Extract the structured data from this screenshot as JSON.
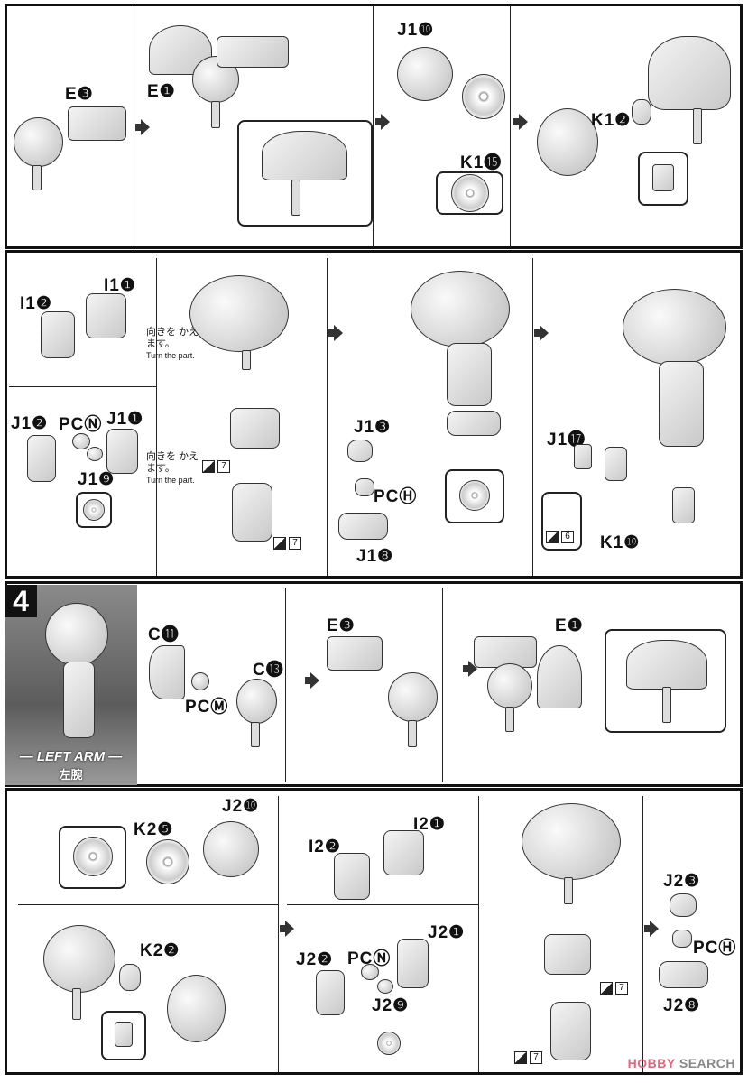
{
  "top_row": {
    "labels": {
      "e3": "E❸",
      "e1": "E❶",
      "j110": "J1❿",
      "k115": "K1⓯",
      "k12": "K1❷"
    }
  },
  "second_row": {
    "labels": {
      "i12": "I1❷",
      "i11": "I1❶",
      "j12": "J1❷",
      "pcn": "PCⓃ",
      "j11": "J1❶",
      "j19": "J1❾",
      "j13": "J1❸",
      "pch": "PCⒽ",
      "j18": "J1❽",
      "j117": "J1⓱",
      "k110": "K1❿"
    },
    "turn_note": {
      "jp": "向きを かえます。",
      "en": "Turn the part."
    },
    "marks": [
      "7",
      "7",
      "6"
    ]
  },
  "step4": {
    "number": "4",
    "title": "— LEFT ARM —",
    "title_jp": "左腕",
    "labels": {
      "c11": "C⓫",
      "c13": "C⓭",
      "pcm": "PCⓂ",
      "e3": "E❸",
      "e1": "E❶"
    }
  },
  "bottom_row": {
    "labels": {
      "k25": "K2❺",
      "j210": "J2❿",
      "k22": "K2❷",
      "i22": "I2❷",
      "i21": "I2❶",
      "j22": "J2❷",
      "pcn": "PCⓃ",
      "j21": "J2❶",
      "j29": "J2❾",
      "j23": "J2❸",
      "pch": "PCⒽ",
      "j28": "J2❽"
    },
    "marks": [
      "7",
      "7"
    ]
  },
  "watermark": {
    "brand_a": "HOBBY",
    "brand_b": " SEARCH"
  }
}
